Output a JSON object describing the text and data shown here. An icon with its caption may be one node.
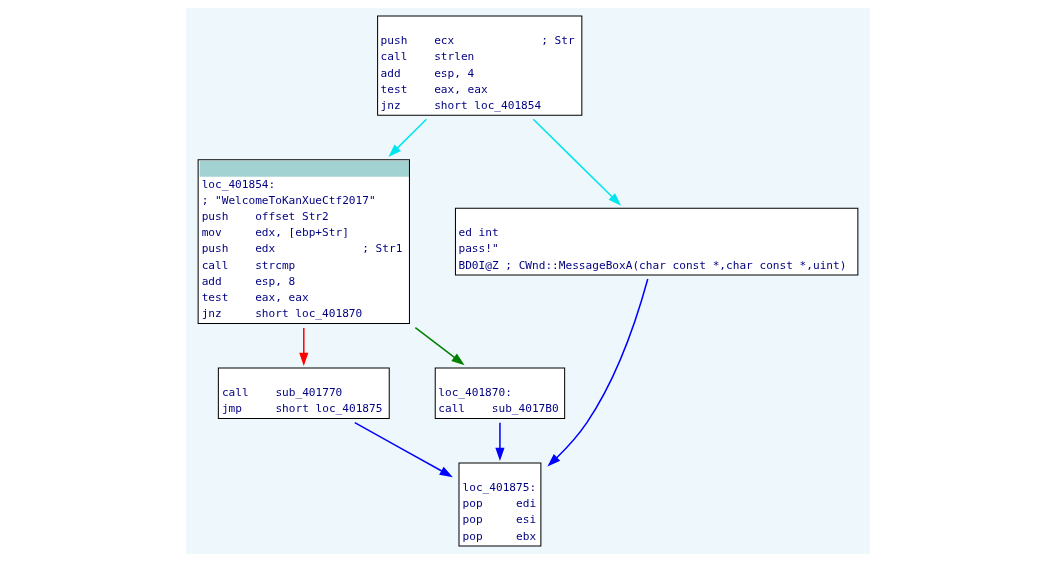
{
  "diagram": {
    "nodes": [
      {
        "text": [
          "push    ecx             ; Str",
          "call    strlen",
          "add     esp, 4",
          "test    eax, eax",
          "jnz     short loc_401854"
        ]
      },
      {
        "text": [
          "loc_401854:",
          "; \"WelcomeToKanXueCtf2017\"",
          "push    offset Str2",
          "mov     edx, [ebp+Str]",
          "push    edx             ; Str1",
          "call    strcmp",
          "add     esp, 8",
          "test    eax, eax",
          "jnz     short loc_401870"
        ]
      },
      {
        "text": [
          "ed int",
          "pass!\"",
          "BD0I@Z ; CWnd::MessageBoxA(char const *,char const *,uint)"
        ]
      },
      {
        "text": [
          "call    sub_401770",
          "jmp     short loc_401875"
        ]
      },
      {
        "text": [
          "loc_401870:",
          "call    sub_4017B0"
        ]
      },
      {
        "text": [
          "loc_401875:",
          "pop     edi",
          "pop     esi",
          "pop     ebx"
        ]
      }
    ],
    "edges": [
      {
        "from": 0,
        "to": 2,
        "arrow": "to",
        "color": "#00e5ee"
      },
      {
        "from": 0,
        "to": 1,
        "arrow": "to",
        "color": "#00e5ee"
      },
      {
        "from": 1,
        "to": 3,
        "arrow": "to",
        "color": "#ff0000"
      },
      {
        "from": 1,
        "to": 4,
        "arrow": "to",
        "color": "#008000"
      },
      {
        "from": 2,
        "to": 5,
        "arrow": "to",
        "color": "#0000ff"
      },
      {
        "from": 3,
        "to": 5,
        "arrow": "to",
        "color": "#0000ff"
      },
      {
        "from": 4,
        "to": 5,
        "arrow": "to",
        "color": "#0000ff"
      }
    ]
  }
}
